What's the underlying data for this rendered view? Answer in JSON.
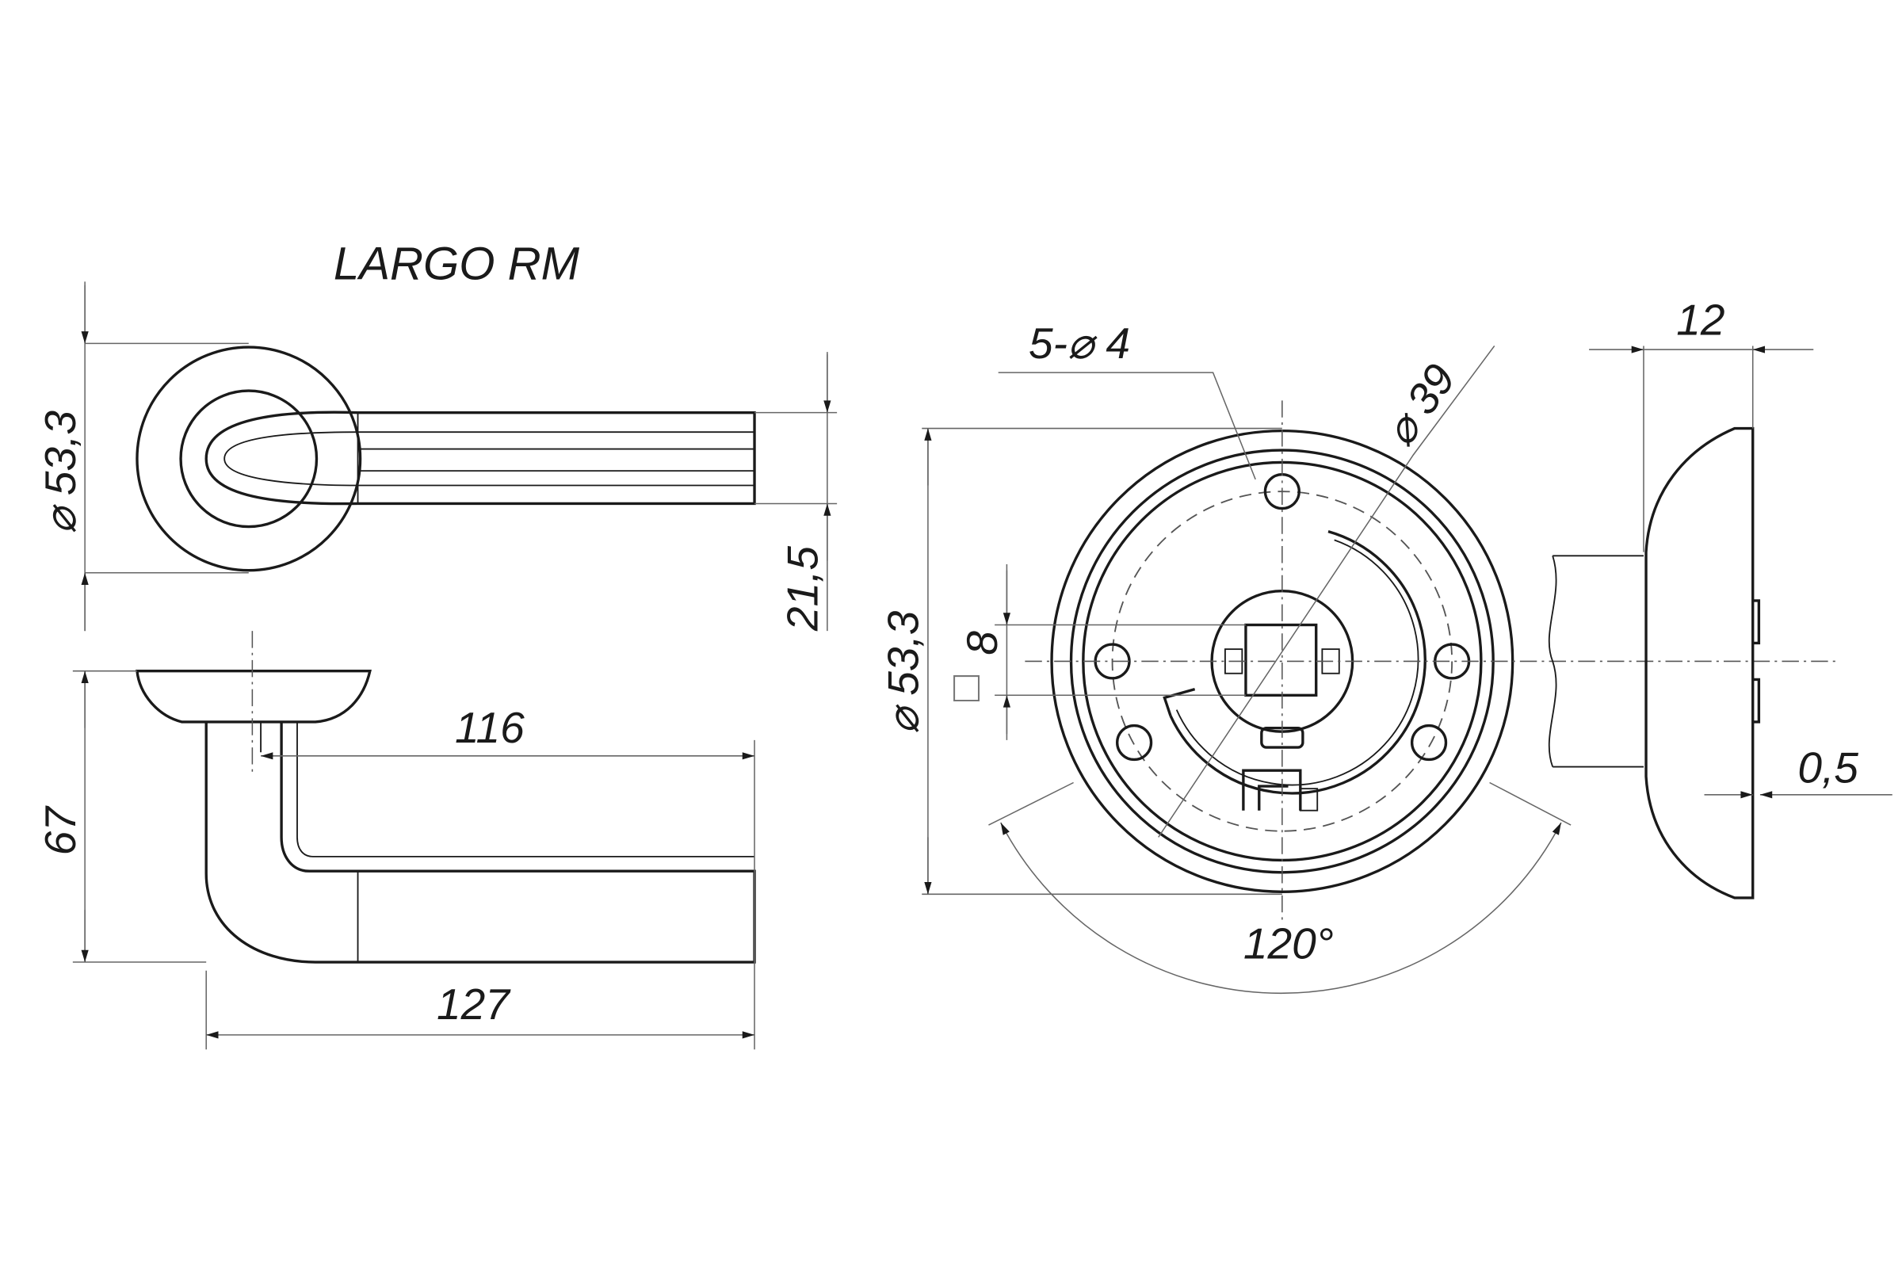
{
  "title": "LARGO RM",
  "dimensions": {
    "rose_diameter_top": "⌀ 53,3",
    "lever_height": "21,5",
    "inner_length": "116",
    "height": "67",
    "total_length": "127",
    "holes": "5-⌀ 4",
    "bolt_circle": "⌀ 39",
    "rose_diameter_front": "⌀ 53,3",
    "square_size": "8",
    "square_symbol": "□",
    "angle": "120°",
    "rose_thickness": "12",
    "gap": "0,5"
  }
}
